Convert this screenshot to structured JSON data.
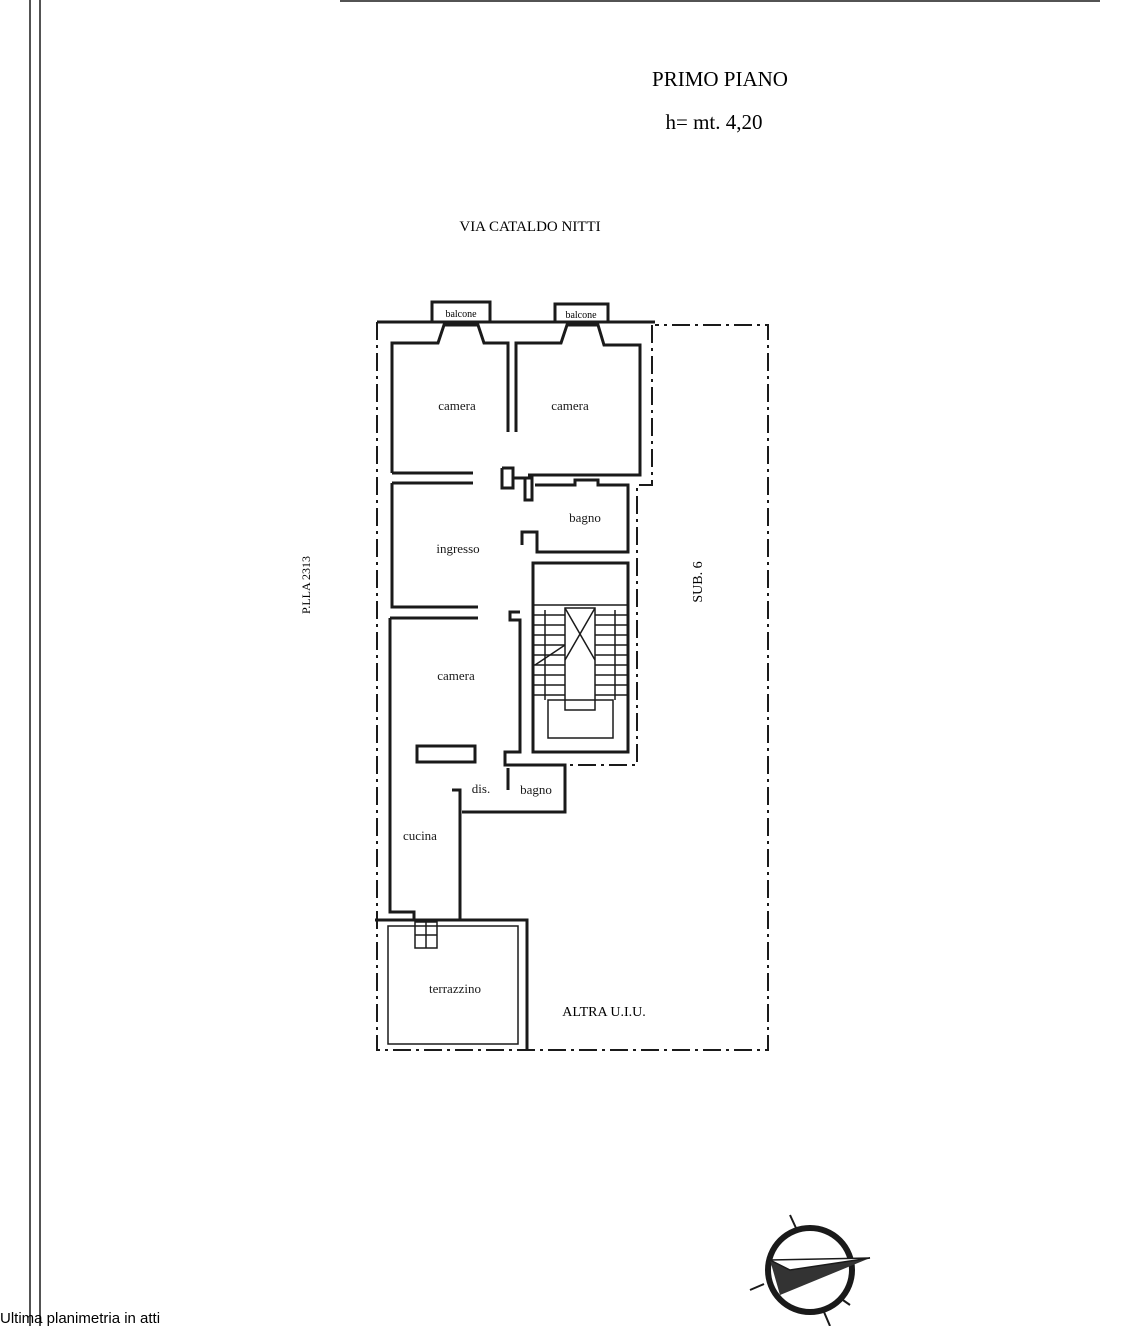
{
  "header": {
    "title": "PRIMO PIANO",
    "height": "h= mt. 4,20"
  },
  "street": "VIA CATALDO NITTI",
  "neighbors": {
    "left": "P.LLA 2313",
    "right": "SUB. 6",
    "bottom_right": "ALTRA U.I.U."
  },
  "rooms": {
    "balcony_1": "balcone",
    "balcony_2": "balcone",
    "camera_1": "camera",
    "camera_2": "camera",
    "bagno_1": "bagno",
    "ingresso": "ingresso",
    "camera_3": "camera",
    "dis": "dis.",
    "bagno_2": "bagno",
    "cucina": "cucina",
    "terrazzino": "terrazzino"
  },
  "footer": "Ultima planimetria in atti",
  "icons": {
    "compass": "north-arrow-compass-icon"
  }
}
